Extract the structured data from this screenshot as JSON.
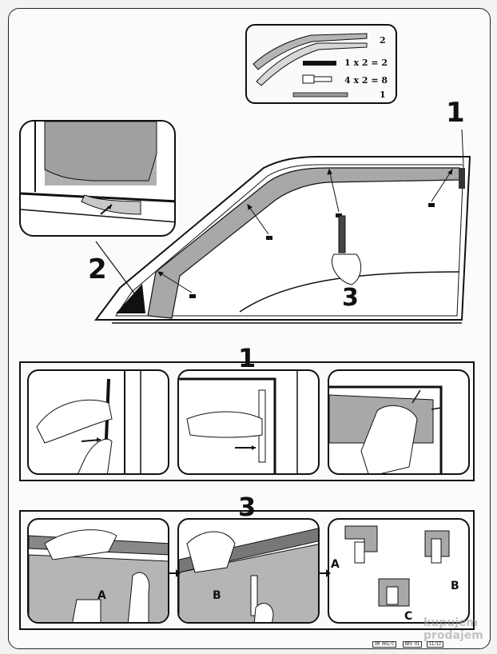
{
  "parts_list": {
    "items": [
      {
        "icon": "deflector-pair-icon",
        "qty": "2"
      },
      {
        "icon": "black-strip-icon",
        "qty": "1 x 2 = 2"
      },
      {
        "icon": "clip-icon",
        "qty": "4 x 2 = 8"
      },
      {
        "icon": "cleaning-strip-icon",
        "qty": "1"
      }
    ]
  },
  "overview": {
    "step_1": "1",
    "step_2": "2",
    "step_3": "3"
  },
  "step1_panel": {
    "number": "1"
  },
  "step3_panel": {
    "number": "3",
    "labels": {
      "a": "A",
      "b": "B",
      "a2": "A",
      "b2": "B",
      "c2": "C"
    }
  },
  "footer": {
    "ref_1": "IM 001/C",
    "ref_2": "REV 01",
    "ref_3": "11/12"
  },
  "watermark": {
    "line1": "kupujem",
    "line2": "prodajem"
  },
  "colors": {
    "ink": "#111111",
    "shade": "#a8a8a8",
    "paper": "#fbfbf9"
  }
}
